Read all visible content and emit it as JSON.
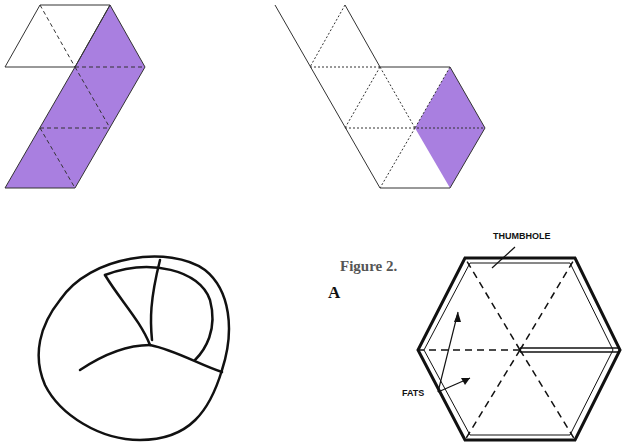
{
  "diagram": {
    "labels": [
      "Figure 2.",
      "A",
      "THUMBHOLE",
      "FATS"
    ]
  }
}
